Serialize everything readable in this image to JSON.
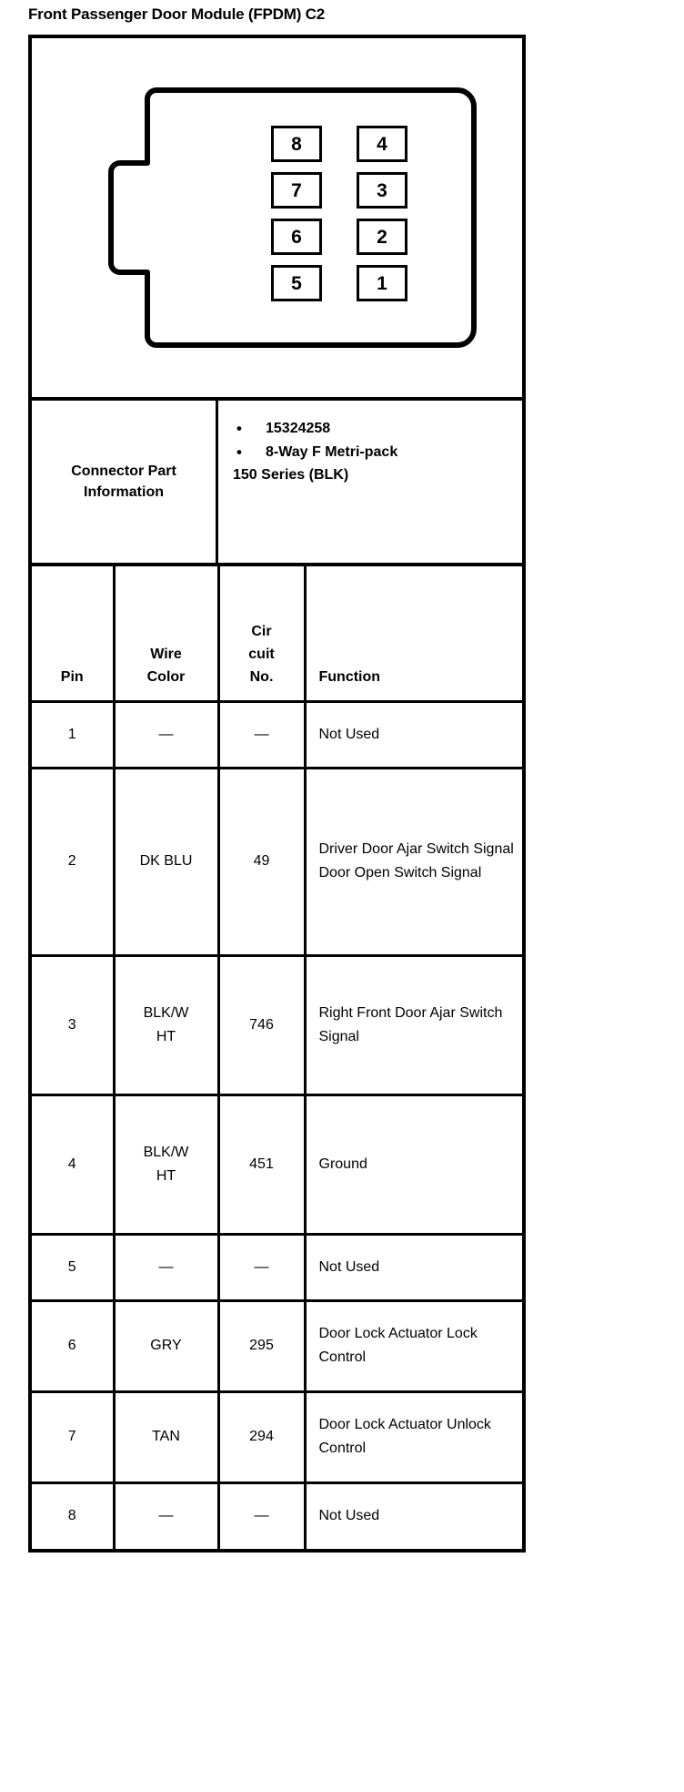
{
  "document": {
    "title": "Front Passenger Door Module (FPDM) C2"
  },
  "connector_diagram": {
    "name": "8-way-connector-face-view",
    "pins_left_column": [
      "8",
      "7",
      "6",
      "5"
    ],
    "pins_right_column": [
      "4",
      "3",
      "2",
      "1"
    ]
  },
  "connector_part_information": {
    "label": "Connector Part Information",
    "bullets": [
      "15324258",
      "8-Way F Metri-pack"
    ],
    "continuation": "150 Series (BLK)"
  },
  "pin_table": {
    "headers": {
      "pin": "Pin",
      "wire_color_line1": "Wire",
      "wire_color_line2": "Color",
      "circuit_line1": "Cir",
      "circuit_line2": "cuit",
      "circuit_line3": "No.",
      "function": "Function"
    },
    "rows": [
      {
        "pin": "1",
        "wire_color": "—",
        "wire_color_line2": "",
        "circuit_no": "—",
        "function": "Not Used",
        "height_class": "r-short"
      },
      {
        "pin": "2",
        "wire_color": "DK BLU",
        "wire_color_line2": "",
        "circuit_no": "49",
        "function": "Driver Door Ajar Switch Signal Door Open Switch Signal",
        "height_class": "r-tall-4"
      },
      {
        "pin": "3",
        "wire_color": "BLK/W",
        "wire_color_line2": "HT",
        "circuit_no": "746",
        "function": "Right Front Door Ajar Switch Signal",
        "height_class": "r-tall-3"
      },
      {
        "pin": "4",
        "wire_color": "BLK/W",
        "wire_color_line2": "HT",
        "circuit_no": "451",
        "function": "Ground",
        "height_class": "r-tall-3"
      },
      {
        "pin": "5",
        "wire_color": "—",
        "wire_color_line2": "",
        "circuit_no": "—",
        "function": "Not Used",
        "height_class": "r-short"
      },
      {
        "pin": "6",
        "wire_color": "GRY",
        "wire_color_line2": "",
        "circuit_no": "295",
        "function": "Door Lock Actuator Lock Control",
        "height_class": "r-tall-2"
      },
      {
        "pin": "7",
        "wire_color": "TAN",
        "wire_color_line2": "",
        "circuit_no": "294",
        "function": "Door Lock Actuator Unlock Control",
        "height_class": "r-tall-2"
      },
      {
        "pin": "8",
        "wire_color": "—",
        "wire_color_line2": "",
        "circuit_no": "—",
        "function": "Not Used",
        "height_class": "r-short"
      }
    ]
  },
  "colors": {
    "ink": "#000000",
    "paper": "#ffffff"
  }
}
